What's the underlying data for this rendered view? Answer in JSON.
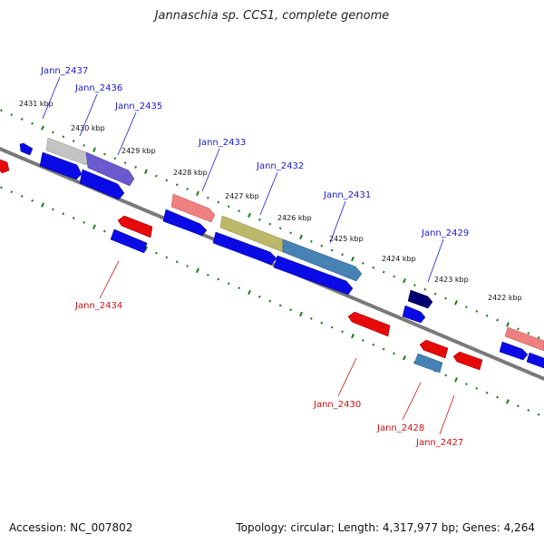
{
  "title": "Jannaschia sp. CCS1, complete genome",
  "footer": {
    "accession": "Accession: NC_007802",
    "summary": "Topology: circular; Length: 4,317,977 bp; Genes: 4,264"
  },
  "colors": {
    "backbone": "#7a7a7a",
    "tick": "#1a7a1a",
    "label_forward": "#1a1acc",
    "label_reverse": "#cc1111",
    "gene_blue": "#0a0ae6",
    "gene_red": "#e60a0a"
  },
  "kbp_labels": [
    "2431 kbp",
    "2430 kbp",
    "2429 kbp",
    "2428 kbp",
    "2427 kbp",
    "2426 kbp",
    "2425 kbp",
    "2424 kbp",
    "2423 kbp",
    "2422 kbp"
  ],
  "forward_labels": [
    "Jann_2437",
    "Jann_2436",
    "Jann_2435",
    "Jann_2433",
    "Jann_2432",
    "Jann_2431",
    "Jann_2429"
  ],
  "reverse_labels": [
    "Jann_2434",
    "Jann_2430",
    "Jann_2428",
    "Jann_2427"
  ]
}
